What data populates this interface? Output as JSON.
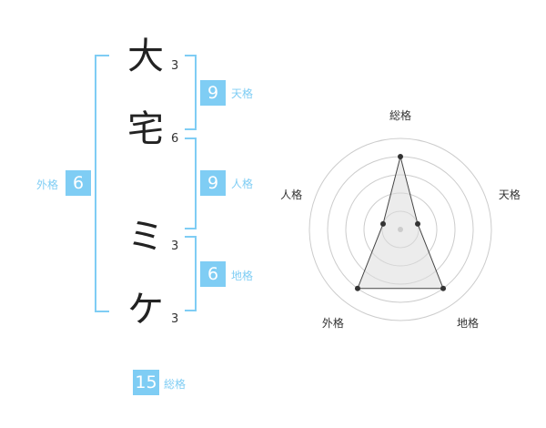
{
  "name": {
    "chars": [
      {
        "char": "大",
        "strokes": "3"
      },
      {
        "char": "宅",
        "strokes": "6"
      },
      {
        "char": "ミ",
        "strokes": "3"
      },
      {
        "char": "ケ",
        "strokes": "3"
      }
    ]
  },
  "kakusu": {
    "tenkaku": {
      "value": "9",
      "label": "天格"
    },
    "jinkaku": {
      "value": "9",
      "label": "人格"
    },
    "chikaku": {
      "value": "6",
      "label": "地格"
    },
    "gaikaku": {
      "value": "6",
      "label": "外格"
    },
    "soukaku": {
      "value": "15",
      "label": "総格"
    }
  },
  "colors": {
    "accent": "#7fcdf4",
    "text": "#333333"
  },
  "chart_data": {
    "type": "radar",
    "axes": [
      "総格",
      "天格",
      "地格",
      "外格",
      "人格"
    ],
    "values": [
      4,
      1,
      4,
      4,
      1
    ],
    "rmax": 5,
    "rings": 5
  }
}
